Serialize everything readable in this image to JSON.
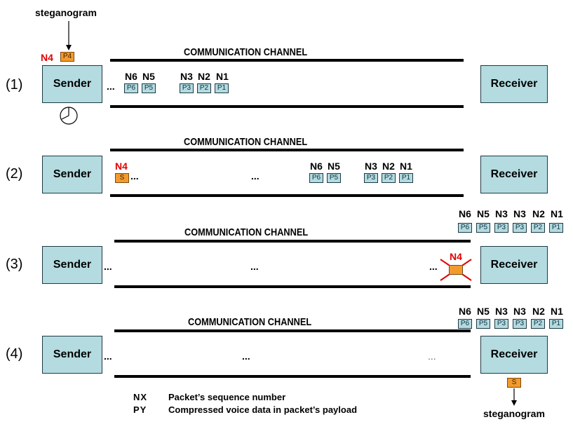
{
  "steganogram_label": "steganogram",
  "channel_label": "COMMUNICATION CHANNEL",
  "sender_label": "Sender",
  "receiver_label": "Receiver",
  "ellipsis": "...",
  "rows": [
    {
      "number": "(1)",
      "n": [
        "N6",
        "N5",
        "N3",
        "N2",
        "N1"
      ],
      "p": [
        "P6",
        "P5",
        "P3",
        "P2",
        "P1"
      ],
      "stego_n": "N4",
      "stego_p": "P4"
    },
    {
      "number": "(2)",
      "n": [
        "N6",
        "N5",
        "N3",
        "N2",
        "N1"
      ],
      "p": [
        "P6",
        "P5",
        "P3",
        "P2",
        "P1"
      ],
      "stego_n": "N4",
      "stego_p": "S"
    },
    {
      "number": "(3)",
      "n": [
        "N6",
        "N5",
        "N3",
        "N3",
        "N2",
        "N1"
      ],
      "p": [
        "P6",
        "P5",
        "P3",
        "P3",
        "P2",
        "P1"
      ],
      "stego_n": "N4"
    },
    {
      "number": "(4)",
      "n": [
        "N6",
        "N5",
        "N3",
        "N3",
        "N2",
        "N1"
      ],
      "p": [
        "P6",
        "P5",
        "P3",
        "P3",
        "P2",
        "P1"
      ],
      "stego_p": "S"
    }
  ],
  "legend": [
    {
      "key": "NX",
      "desc": "Packet’s sequence number"
    },
    {
      "key": "PY",
      "desc": "Compressed voice data in packet’s payload"
    }
  ],
  "colors": {
    "box": "#b3dbe0",
    "stego": "#f39a2e",
    "highlight": "#e00000"
  }
}
